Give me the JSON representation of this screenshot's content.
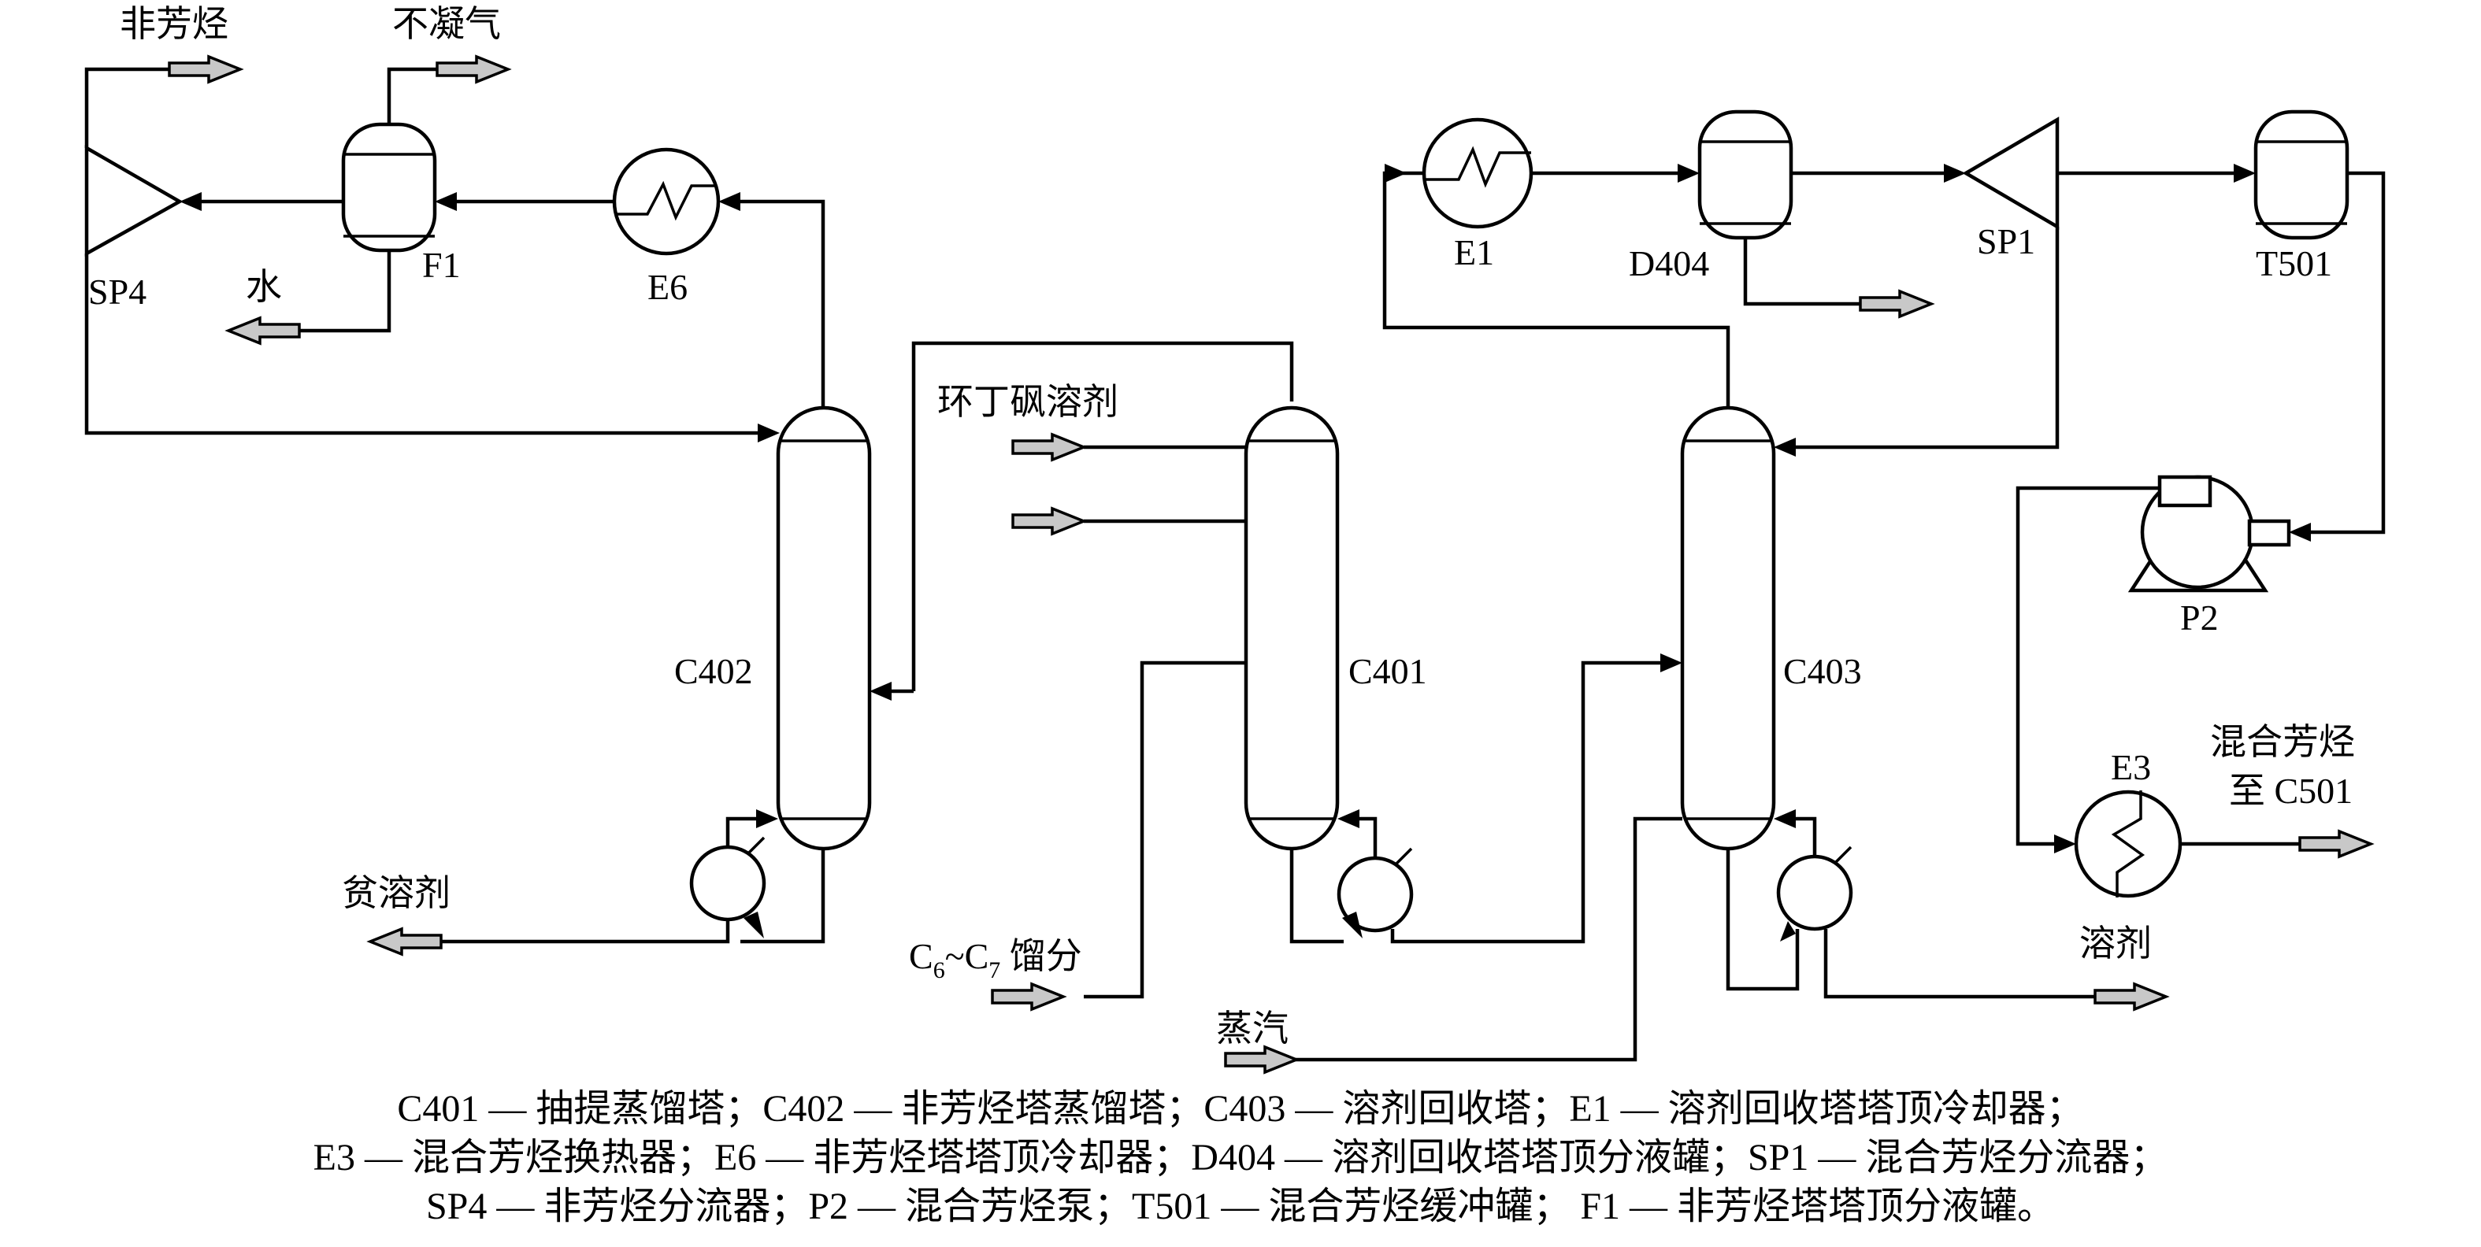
{
  "labels": {
    "sp4_top": "非芳烃",
    "f1_top": "不凝气",
    "sp4": "SP4",
    "f1": "F1",
    "water": "水",
    "e6": "E6",
    "e1": "E1",
    "d404": "D404",
    "sp1": "SP1",
    "t501": "T501",
    "sulfolane": "环丁砜溶剂",
    "c402": "C402",
    "c401": "C401",
    "c403": "C403",
    "p2": "P2",
    "e3": "E3",
    "mixed_out_line1": "混合芳烃",
    "mixed_out_line2": "至 C501",
    "lean_solvent": "贫溶剂",
    "feed_c": "C",
    "feed_sub1": "6",
    "feed_tilde": "~C",
    "feed_sub2": "7",
    "feed_fraction": " 馏分",
    "solvent_out": "溶剂",
    "steam": "蒸汽"
  },
  "legend": [
    "C401 — 抽提蒸馏塔；C402 — 非芳烃塔蒸馏塔；C403 — 溶剂回收塔；E1 — 溶剂回收塔塔顶冷却器；",
    "E3 — 混合芳烃换热器；E6 — 非芳烃塔塔顶冷却器；D404 — 溶剂回收塔塔顶分液罐；SP1 — 混合芳烃分流器；",
    "SP4 — 非芳烃分流器；P2 — 混合芳烃泵；T501 — 混合芳烃缓冲罐； F1 — 非芳烃塔塔顶分液罐。"
  ]
}
